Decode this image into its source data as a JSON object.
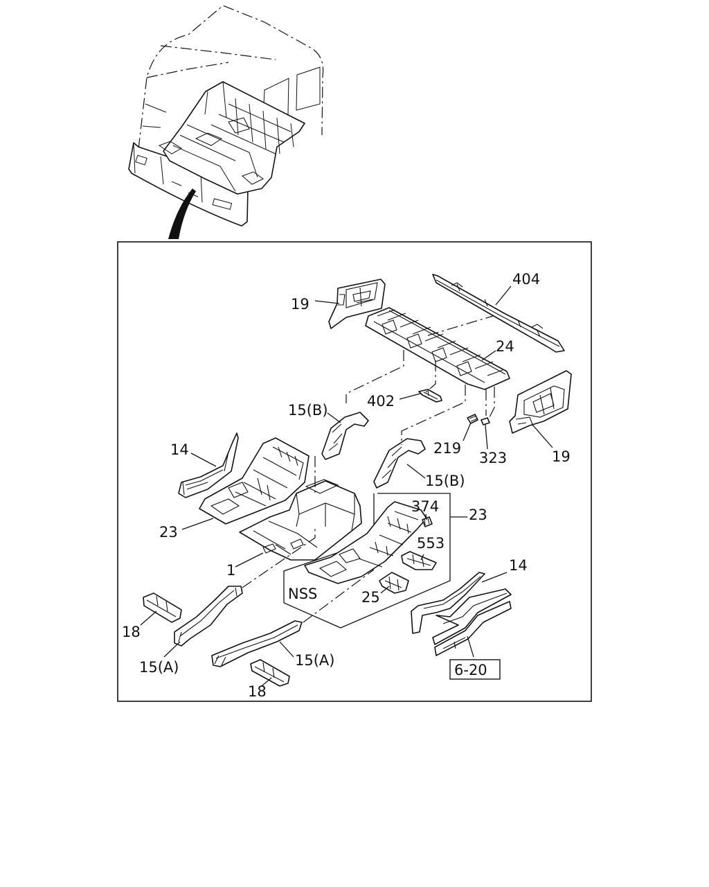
{
  "labels": {
    "p404": "404",
    "p19_top": "19",
    "p24": "24",
    "p402": "402",
    "p15b_left": "15(B)",
    "p219": "219",
    "p323": "323",
    "p19_right": "19",
    "p14_left": "14",
    "p15b_right": "15(B)",
    "p374": "374",
    "p23_right": "23",
    "p553": "553",
    "p23_left": "23",
    "p1": "1",
    "p14_right": "14",
    "nss": "NSS",
    "p25": "25",
    "p18_left": "18",
    "p15a_left": "15(A)",
    "p15a_mid": "15(A)",
    "p18_bottom": "18",
    "ref_6_20": "6-20"
  }
}
